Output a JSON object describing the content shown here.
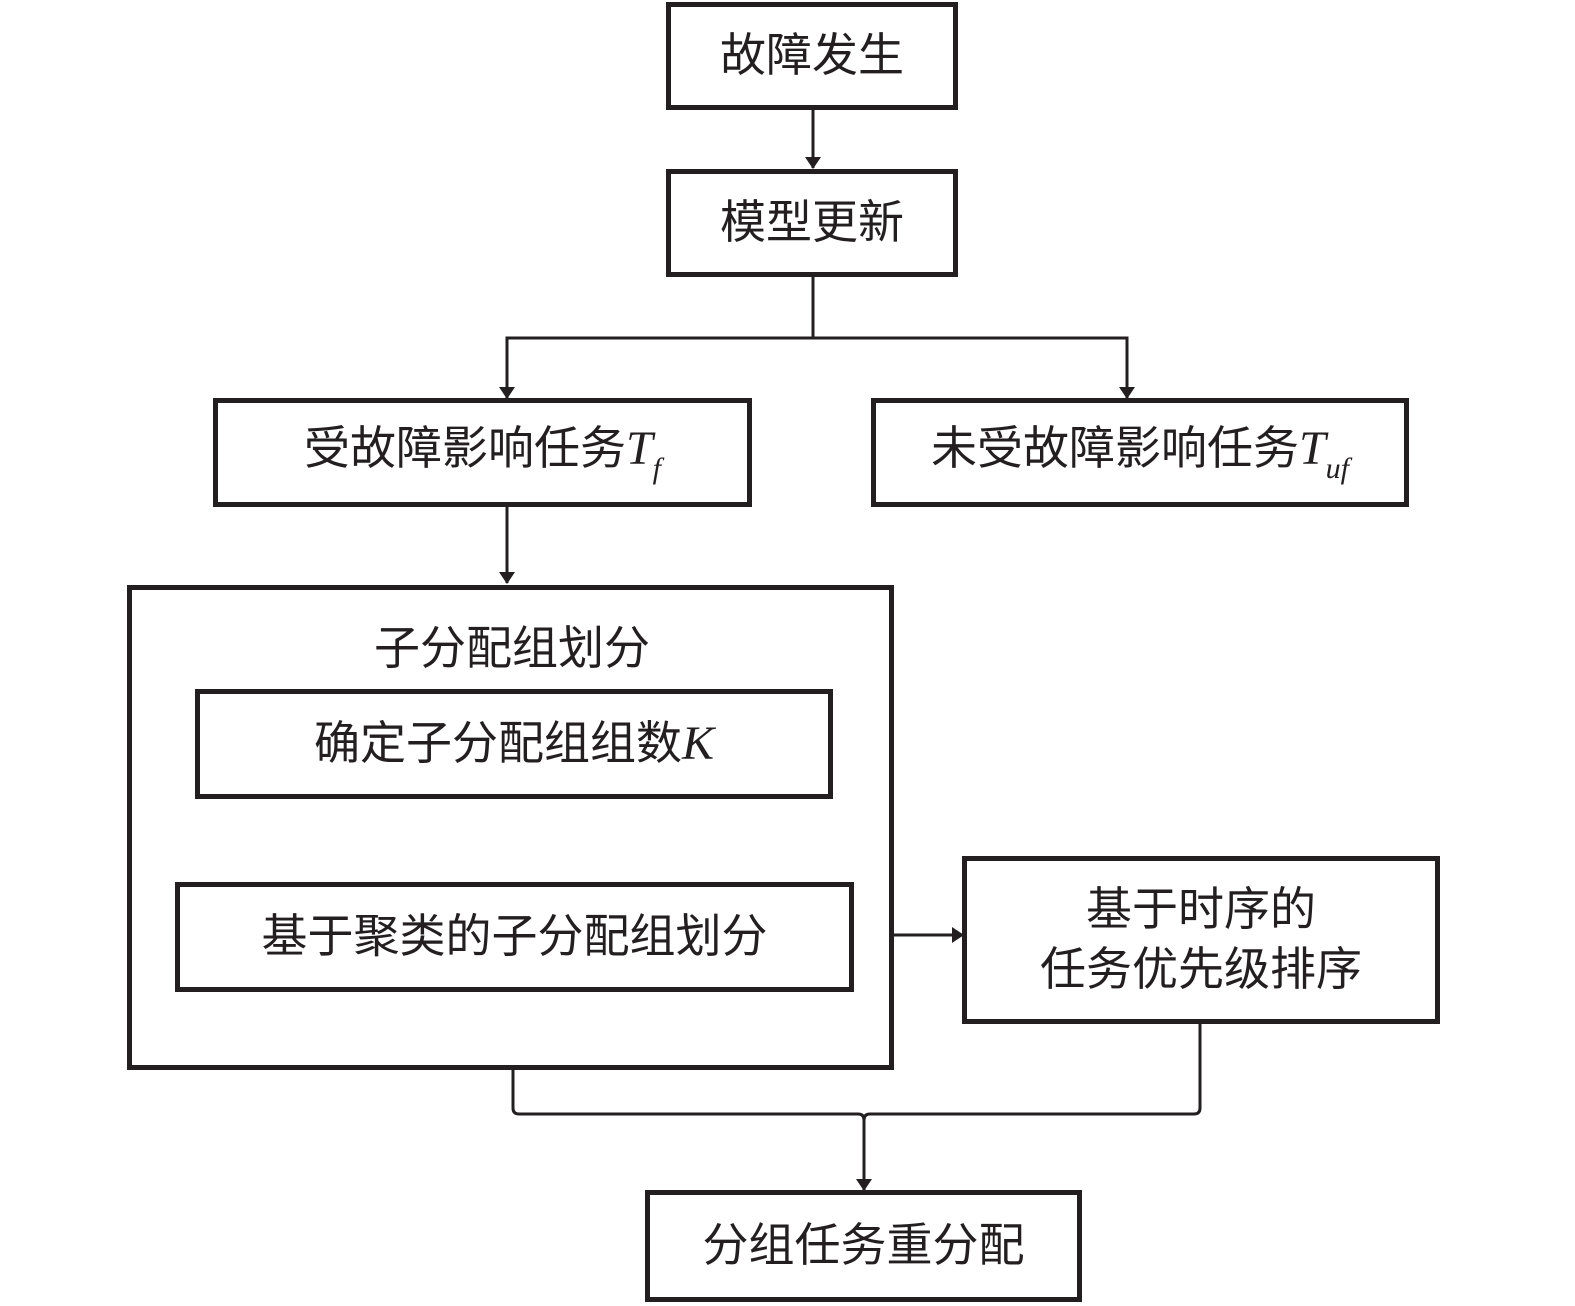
{
  "nodes": {
    "fault_occur": "故障发生",
    "model_update": "模型更新",
    "affected_tasks": {
      "label": "受故障影响任务",
      "var": "T",
      "sub": "f"
    },
    "unaffected_tasks": {
      "label": "未受故障影响任务",
      "var": "T",
      "sub": "uf"
    },
    "subgroup": {
      "title": "子分配组划分",
      "determine_k": {
        "label": "确定子分配组组数",
        "var": "K"
      },
      "cluster_partition": "基于聚类的子分配组划分"
    },
    "priority_sort": {
      "line1": "基于时序的",
      "line2": "任务优先级排序"
    },
    "group_reassign": "分组任务重分配"
  },
  "colors": {
    "stroke": "#231f20",
    "background": "#ffffff"
  }
}
